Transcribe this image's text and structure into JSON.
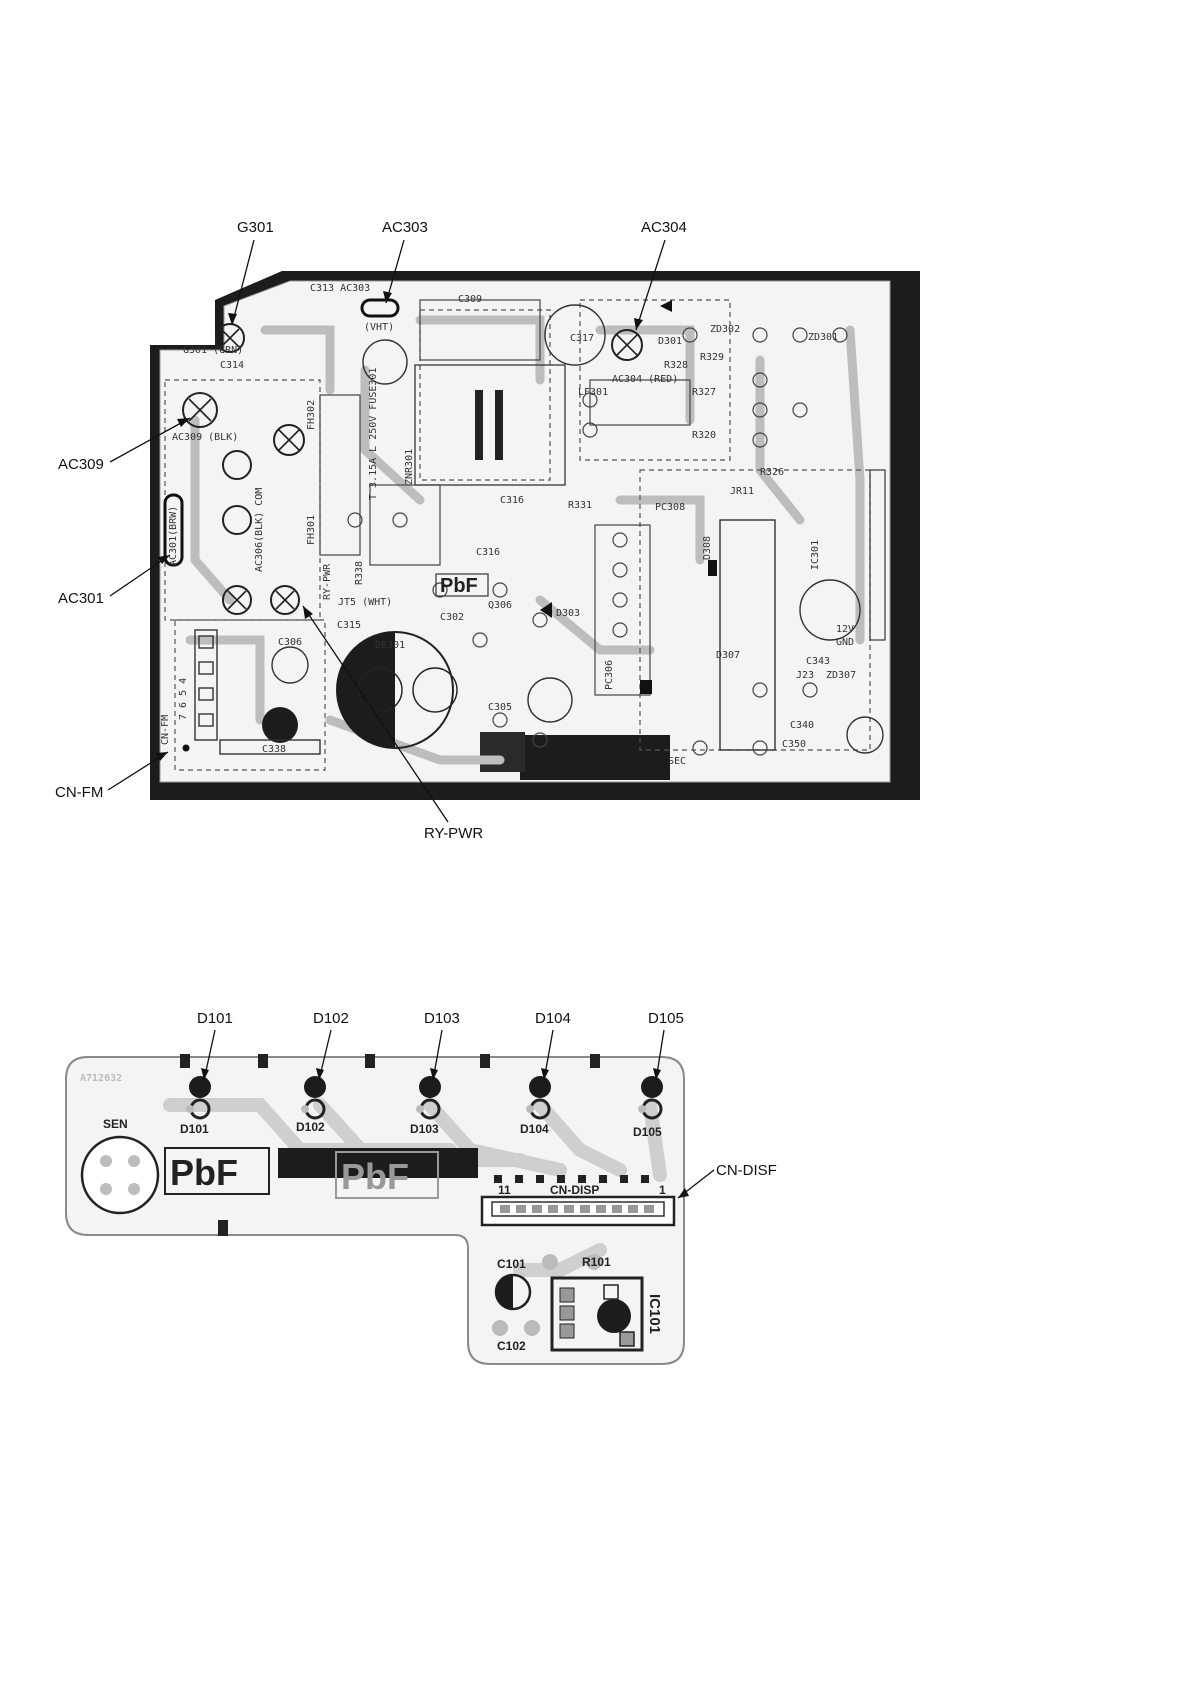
{
  "colors": {
    "ink": "#111111",
    "board_fill": "#f4f4f4",
    "board_mask": "#1c1c1c",
    "trace": "#bdbdbd",
    "silk": "#333333"
  },
  "main_board": {
    "callouts": {
      "g301": "G301",
      "ac303": "AC303",
      "ac304": "AC304",
      "ac309": "AC309",
      "ac301": "AC301",
      "cn_fm": "CN-FM",
      "ry_pwr": "RY-PWR"
    },
    "silkscreen": {
      "c313_ac303": "C313 AC303",
      "c309": "C309",
      "vht": "(VHT)",
      "g301_grn": "G301 (GRN)",
      "c314": "C314",
      "ac309_blk": "AC309 (BLK)",
      "ac301_brw": "AC301(BRW)",
      "ac306_blk_com": "AC306(BLK) COM",
      "fh302": "FH302",
      "fh301": "FH301",
      "ry_pwr": "RY-PWR",
      "r338": "R338",
      "jt5_wht": "JT5 (WHT)",
      "fuse": "T 3.15A L 250V FUSE301",
      "znr301": "ZNR301",
      "c317": "C317",
      "ac304_red": "AC304 (RED)",
      "lf301": "LF301",
      "d301": "D301",
      "zd302": "ZD302",
      "zd301": "ZD301",
      "r329": "R329",
      "r328": "R328",
      "r327": "R327",
      "r320": "R320",
      "r326": "R326",
      "r331": "R331",
      "pc308": "PC308",
      "c316": "C316",
      "pbf": "PbF",
      "q306": "Q306",
      "d303": "D303",
      "c302": "C302",
      "c315": "C315",
      "db301": "DB301",
      "c306": "C306",
      "c305": "C305",
      "c338": "C338",
      "cn_fm": "CN-FM",
      "pc306": "PC306",
      "d308": "D308",
      "ic301": "IC301",
      "d307": "D307",
      "c340": "C340",
      "c350": "C350",
      "j23": "J23",
      "zd307": "ZD307",
      "jr11": "JR11",
      "c343": "C343",
      "v12": "12V",
      "gnd": "GND",
      "sec": "SEC",
      "cn_pins": "7 6 5 4"
    }
  },
  "display_board": {
    "callouts": {
      "d101": "D101",
      "d102": "D102",
      "d103": "D103",
      "d104": "D104",
      "d105": "D105",
      "cn_disp": "CN-DISF"
    },
    "silkscreen": {
      "part_no": "A712632",
      "sen": "SEN",
      "pbf1": "PbF",
      "pbf2": "PbF",
      "d101": "D101",
      "d102": "D102",
      "d103": "D103",
      "d104": "D104",
      "d105": "D105",
      "cn_disp": "CN-DISP",
      "pin11": "11",
      "pin1": "1",
      "c101": "C101",
      "r101": "R101",
      "c102": "C102",
      "ic101": "IC101"
    }
  }
}
